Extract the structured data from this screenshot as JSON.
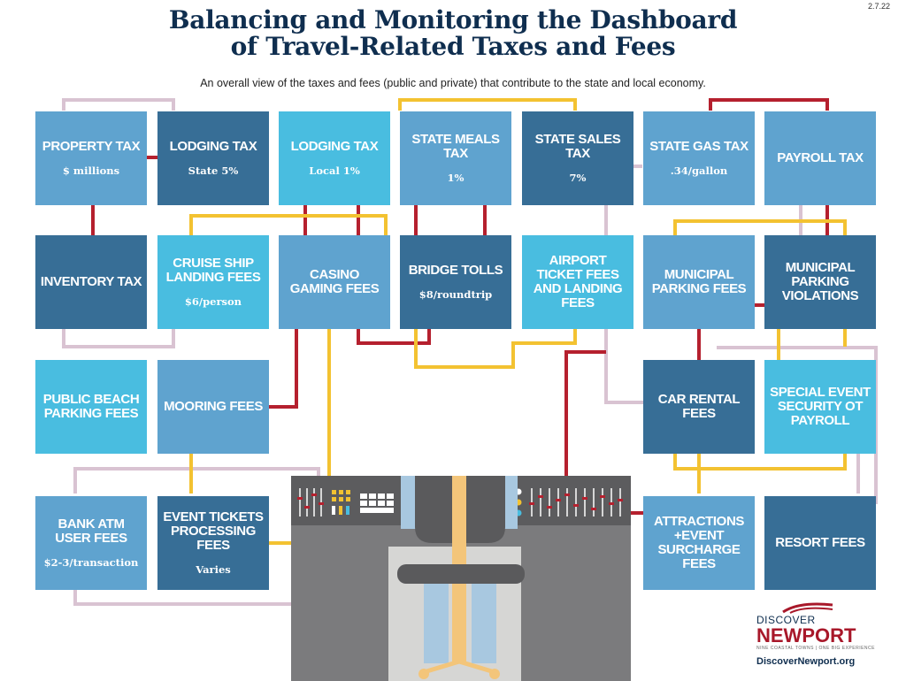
{
  "date": "2.7.22",
  "title": {
    "line1": "Balancing and Monitoring the Dashboard",
    "line2": "of Travel-Related Taxes and Fees"
  },
  "subtitle": "An overall view of the taxes and fees (public and private) that contribute to the state and local economy.",
  "boxes": {
    "property_tax": {
      "name": "Property Tax",
      "sub": "$ millions"
    },
    "lodging_tax_state": {
      "name": "Lodging Tax",
      "sub": "State 5%"
    },
    "lodging_tax_local": {
      "name": "Lodging Tax",
      "sub": "Local 1%"
    },
    "state_meals_tax": {
      "name": "State Meals Tax",
      "sub": "1%"
    },
    "state_sales_tax": {
      "name": "State Sales Tax",
      "sub": "7%"
    },
    "state_gas_tax": {
      "name": "State Gas Tax",
      "sub": ".34/gallon"
    },
    "payroll_tax": {
      "name": "Payroll Tax",
      "sub": ""
    },
    "inventory_tax": {
      "name": "Inventory Tax",
      "sub": ""
    },
    "cruise_ship": {
      "name": "Cruise Ship Landing Fees",
      "sub": "$6/person"
    },
    "casino": {
      "name": "Casino Gaming Fees",
      "sub": ""
    },
    "bridge_tolls": {
      "name": "Bridge Tolls",
      "sub": "$8/roundtrip"
    },
    "airport": {
      "name": "Airport Ticket Fees and Landing Fees",
      "sub": ""
    },
    "municipal_parking_fees": {
      "name": "Municipal Parking Fees",
      "sub": ""
    },
    "municipal_parking_violations": {
      "name": "Municipal Parking Violations",
      "sub": ""
    },
    "public_beach": {
      "name": "Public Beach Parking Fees",
      "sub": ""
    },
    "mooring": {
      "name": "Mooring Fees",
      "sub": ""
    },
    "car_rental": {
      "name": "Car Rental Fees",
      "sub": ""
    },
    "special_event": {
      "name": "Special Event Security OT Payroll",
      "sub": ""
    },
    "bank_atm": {
      "name": "Bank ATM User Fees",
      "sub": "$2-3/transaction"
    },
    "event_tickets": {
      "name": "Event Tickets Processing Fees",
      "sub": "Varies"
    },
    "attractions": {
      "name": "Attractions +Event Surcharge Fees",
      "sub": ""
    },
    "resort_fees": {
      "name": "Resort Fees",
      "sub": ""
    }
  },
  "logo": {
    "line1": "DISCOVER",
    "line2": "NEWPORT",
    "tagline": "NINE COASTAL TOWNS | ONE BIG EXPERIENCE",
    "url": "DiscoverNewport.org"
  },
  "colors": {
    "navy": "#0f2e4f",
    "box_mid": "#5fa3cf",
    "box_dark": "#376e96",
    "box_cyan": "#49bde0",
    "line_red": "#b5202e",
    "line_yellow": "#f3c231",
    "line_lilac": "#d9c3d2",
    "brand_red": "#a8182a"
  }
}
